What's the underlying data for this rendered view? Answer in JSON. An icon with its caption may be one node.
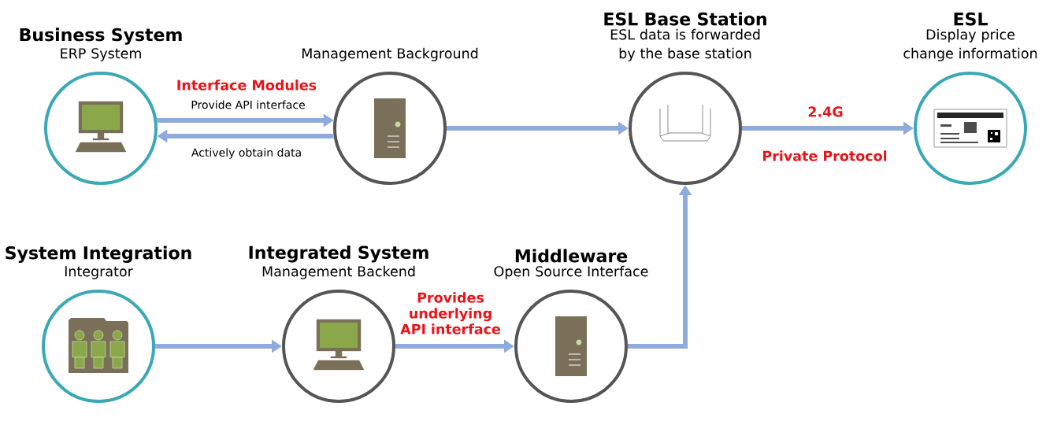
{
  "diagram": {
    "nodes": [
      {
        "text": [
          "Business System",
          "ERP System"
        ]
      },
      {
        "text": [
          "Management Background"
        ]
      },
      {
        "text": [
          "ESL Base Station",
          "ESL data is forwarded by the base station"
        ]
      },
      {
        "text": [
          "ESL",
          "Display price change information"
        ]
      },
      {
        "text": [
          "System Integration",
          "Integrator"
        ]
      },
      {
        "text": [
          "Integrated System",
          "Management Backend"
        ]
      },
      {
        "text": [
          "Middleware",
          "Open Source Interface"
        ]
      }
    ],
    "edges": [
      {
        "from": 0,
        "to": 1,
        "arrow": "to",
        "label": "Provide API interface"
      },
      {
        "from": 1,
        "to": 0,
        "arrow": "to",
        "label": "Actively obtain data"
      },
      {
        "from": 1,
        "to": 2,
        "arrow": "to"
      },
      {
        "from": 2,
        "to": 3,
        "arrow": "to",
        "label": "2.4G"
      },
      {
        "from": 4,
        "to": 5,
        "arrow": "to"
      },
      {
        "from": 5,
        "to": 6,
        "arrow": "to",
        "label": "Provides underlying API interface"
      },
      {
        "from": 6,
        "to": 2,
        "arrow": "to"
      }
    ],
    "labels": [
      "Interface Modules",
      "Private Protocol"
    ]
  }
}
